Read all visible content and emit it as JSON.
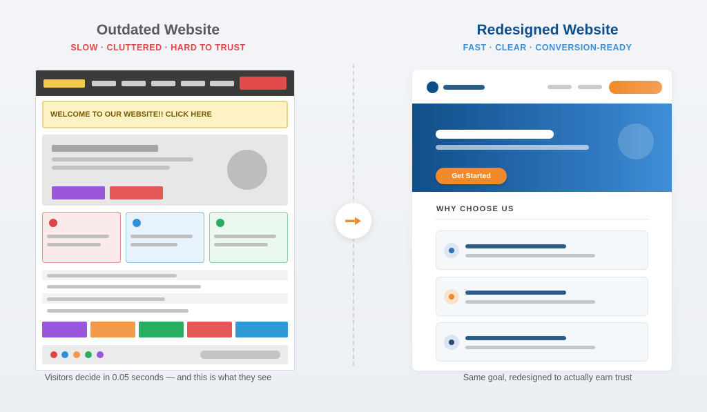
{
  "left_panel": {
    "title": "Outdated Website",
    "subtitle": "SLOW · CLUTTERED · HARD TO TRUST",
    "banner_text": "WELCOME TO OUR WEBSITE!! CLICK HERE",
    "caption": "Visitors decide in 0.05 seconds — and this is what they see"
  },
  "right_panel": {
    "title": "Redesigned Website",
    "subtitle": "FAST · CLEAR · CONVERSION-READY",
    "cta_label": "Get Started",
    "section_heading": "WHY CHOOSE US",
    "caption": "Same goal, redesigned to actually earn trust"
  },
  "colors": {
    "old_title": "#5a5a5a",
    "old_subtitle": "#e04545",
    "new_title": "#0f4f8f",
    "new_subtitle": "#3d8fd6",
    "arrow": "#f08a2a",
    "accent_orange": "#f08a2a",
    "brand_blue": "#104e88"
  },
  "icons": {
    "transition": "arrow-right-icon"
  }
}
